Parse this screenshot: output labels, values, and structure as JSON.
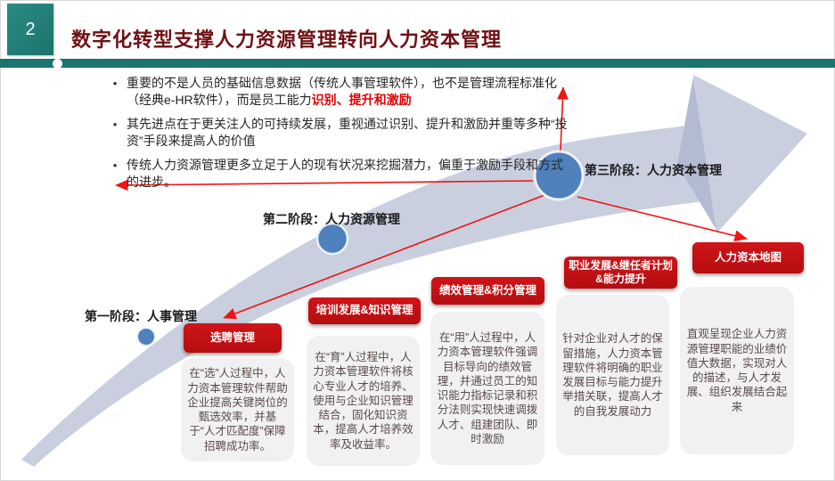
{
  "header": {
    "number": "2",
    "title": "数字化转型支撑人力资源管理转向人力资本管理"
  },
  "bullets": [
    {
      "marker": "•",
      "text": "重要的不是人员的基础信息数据（传统人事管理软件），也不是管理流程标准化（经典e-HR软件），而是员工能力",
      "highlight": "识别、提升和激励"
    },
    {
      "marker": "•",
      "text": "其先进点在于更关注人的可持续发展，重视通过识别、提升和激励并重等多种“投资”手段来提高人的价值",
      "highlight": ""
    },
    {
      "marker": "•",
      "text": "传统人力资源管理更多立足于人的现有状况来挖掘潜力，偏重于激励手段和方式的进步。",
      "highlight": ""
    }
  ],
  "stages": [
    {
      "label": "第一阶段：人事管理"
    },
    {
      "label": "第二阶段：人力资源管理"
    },
    {
      "label": "第三阶段：人力资本管理"
    }
  ],
  "modules": [
    {
      "title": "选聘管理",
      "body": "在“选”人过程中，人力资本管理软件帮助企业提高关键岗位的甄选效率，并基于“人才匹配度”保障招聘成功率。"
    },
    {
      "title": "培训发展&知识管理",
      "body": "在“育”人过程中，人力资本管理软件将核心专业人才的培养、使用与企业知识管理结合，固化知识资本，提高人才培养效率及收益率。"
    },
    {
      "title": "绩效管理&积分管理",
      "body": "在“用”人过程中，人力资本管理软件强调目标导向的绩效管理，并通过员工的知识能力指标记录和积分法则实现快速调拨人才、组建团队、即时激励"
    },
    {
      "title": "职业发展&继任者计划&能力提升",
      "body": "针对企业对人才的保留措施，人力资本管理软件将明确的职业发展目标与能力提升举措关联，提高人才的自我发展动力"
    },
    {
      "title": "人力资本地图",
      "body": "直观呈现企业人力资源管理职能的业绩价值大数据，实现对人的描述，与人才发展、组织发展结合起来"
    }
  ],
  "colors": {
    "teal_header": "#1b746e",
    "title_red": "#6e1114",
    "accent_red": "#ef1515",
    "module_red": "#c40f12",
    "swoosh_fill": "#c9cfdf",
    "swoosh_fold": "#b2bbd2",
    "stage_circle_blue": "#4f81bd"
  }
}
